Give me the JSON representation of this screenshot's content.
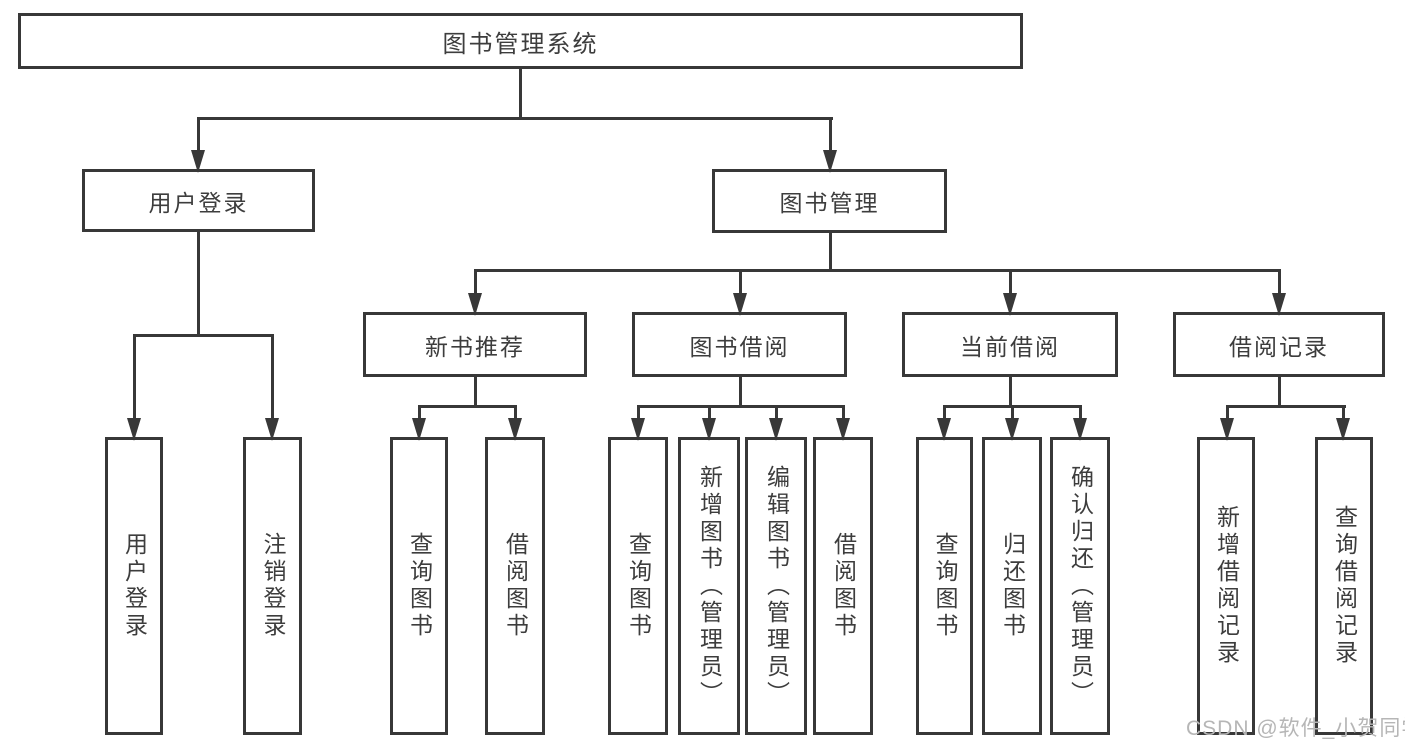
{
  "diagram": {
    "type": "tree",
    "line_color": "#383838",
    "text_color": "#3d3d3d",
    "background_color": "#ffffff",
    "tree": {
      "label": "图书管理系统",
      "children": [
        {
          "label": "用户登录",
          "children": [
            {
              "label": "用户登录"
            },
            {
              "label": "注销登录"
            }
          ]
        },
        {
          "label": "图书管理",
          "children": [
            {
              "label": "新书推荐",
              "children": [
                {
                  "label": "查询图书"
                },
                {
                  "label": "借阅图书"
                }
              ]
            },
            {
              "label": "图书借阅",
              "children": [
                {
                  "label": "查询图书"
                },
                {
                  "label": "新增图书（管理员）"
                },
                {
                  "label": "编辑图书（管理员）"
                },
                {
                  "label": "借阅图书"
                }
              ]
            },
            {
              "label": "当前借阅",
              "children": [
                {
                  "label": "查询图书"
                },
                {
                  "label": "归还图书"
                },
                {
                  "label": "确认归还（管理员）"
                }
              ]
            },
            {
              "label": "借阅记录",
              "children": [
                {
                  "label": "新增借阅记录"
                },
                {
                  "label": "查询借阅记录"
                }
              ]
            }
          ]
        }
      ]
    }
  },
  "watermark": {
    "text": "CSDN @软件_小贺同学",
    "color": "#b6b6b6"
  }
}
